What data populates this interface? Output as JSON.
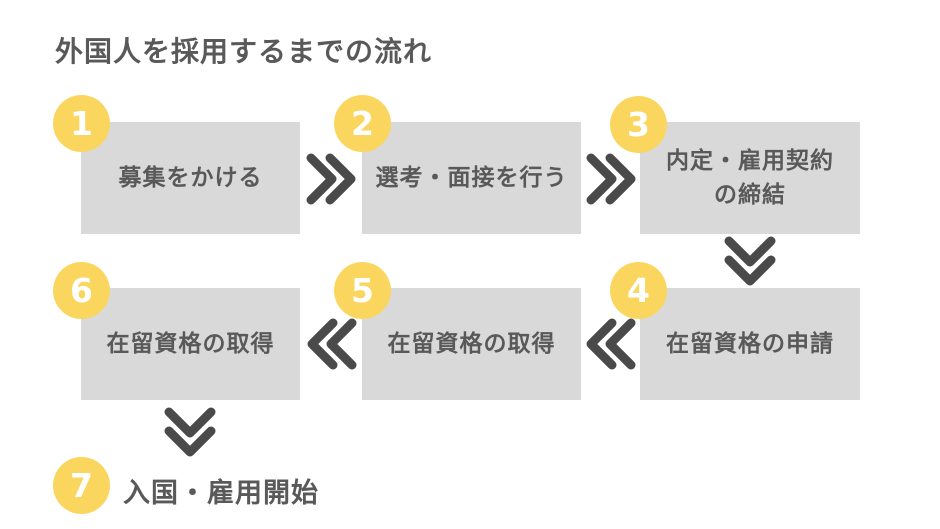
{
  "title": "外国人を採用するまでの流れ",
  "colors": {
    "accent_yellow": "#FBD65E",
    "box_gray": "#D9D9D9",
    "text_gray": "#595959",
    "arrow_gray": "#4A4A4A",
    "number_white": "#FFFFFF",
    "background": "#FFFFFF"
  },
  "steps": [
    {
      "number": "1",
      "label": "募集をかける"
    },
    {
      "number": "2",
      "label": "選考・面接を行う"
    },
    {
      "number": "3",
      "label": "内定・雇用契約\nの締結"
    },
    {
      "number": "4",
      "label": "在留資格の申請"
    },
    {
      "number": "5",
      "label": "在留資格の取得"
    },
    {
      "number": "6",
      "label": "在留資格の取得"
    },
    {
      "number": "7",
      "label": "入国・雇用開始"
    }
  ],
  "icons": {
    "flow_forward": "double-chevron-right",
    "flow_down": "double-chevron-down",
    "flow_backward": "double-chevron-left"
  }
}
